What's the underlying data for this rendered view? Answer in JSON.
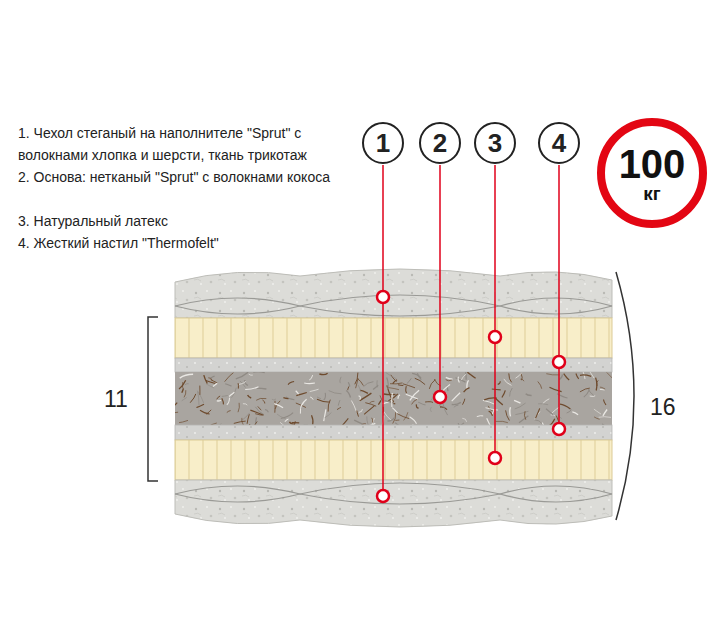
{
  "diagram": {
    "nodes": [
      {
        "text": [
          "1"
        ]
      },
      {
        "text": [
          "2"
        ]
      },
      {
        "text": [
          "3"
        ]
      },
      {
        "text": [
          "4"
        ]
      },
      {
        "text": [
          "100",
          "кг"
        ]
      }
    ],
    "labels": [
      "1. Чехол стеганый на наполнителе \"Sprut\" с волокнами хлопка и шерсти, ткань трикотаж",
      "2. Основа: нетканый \"Sprut\" с волокнами кокоса",
      "3. Натуральный латекс",
      "4. Жесткий настил \"Thermofelt\"",
      "11",
      "16"
    ]
  }
}
